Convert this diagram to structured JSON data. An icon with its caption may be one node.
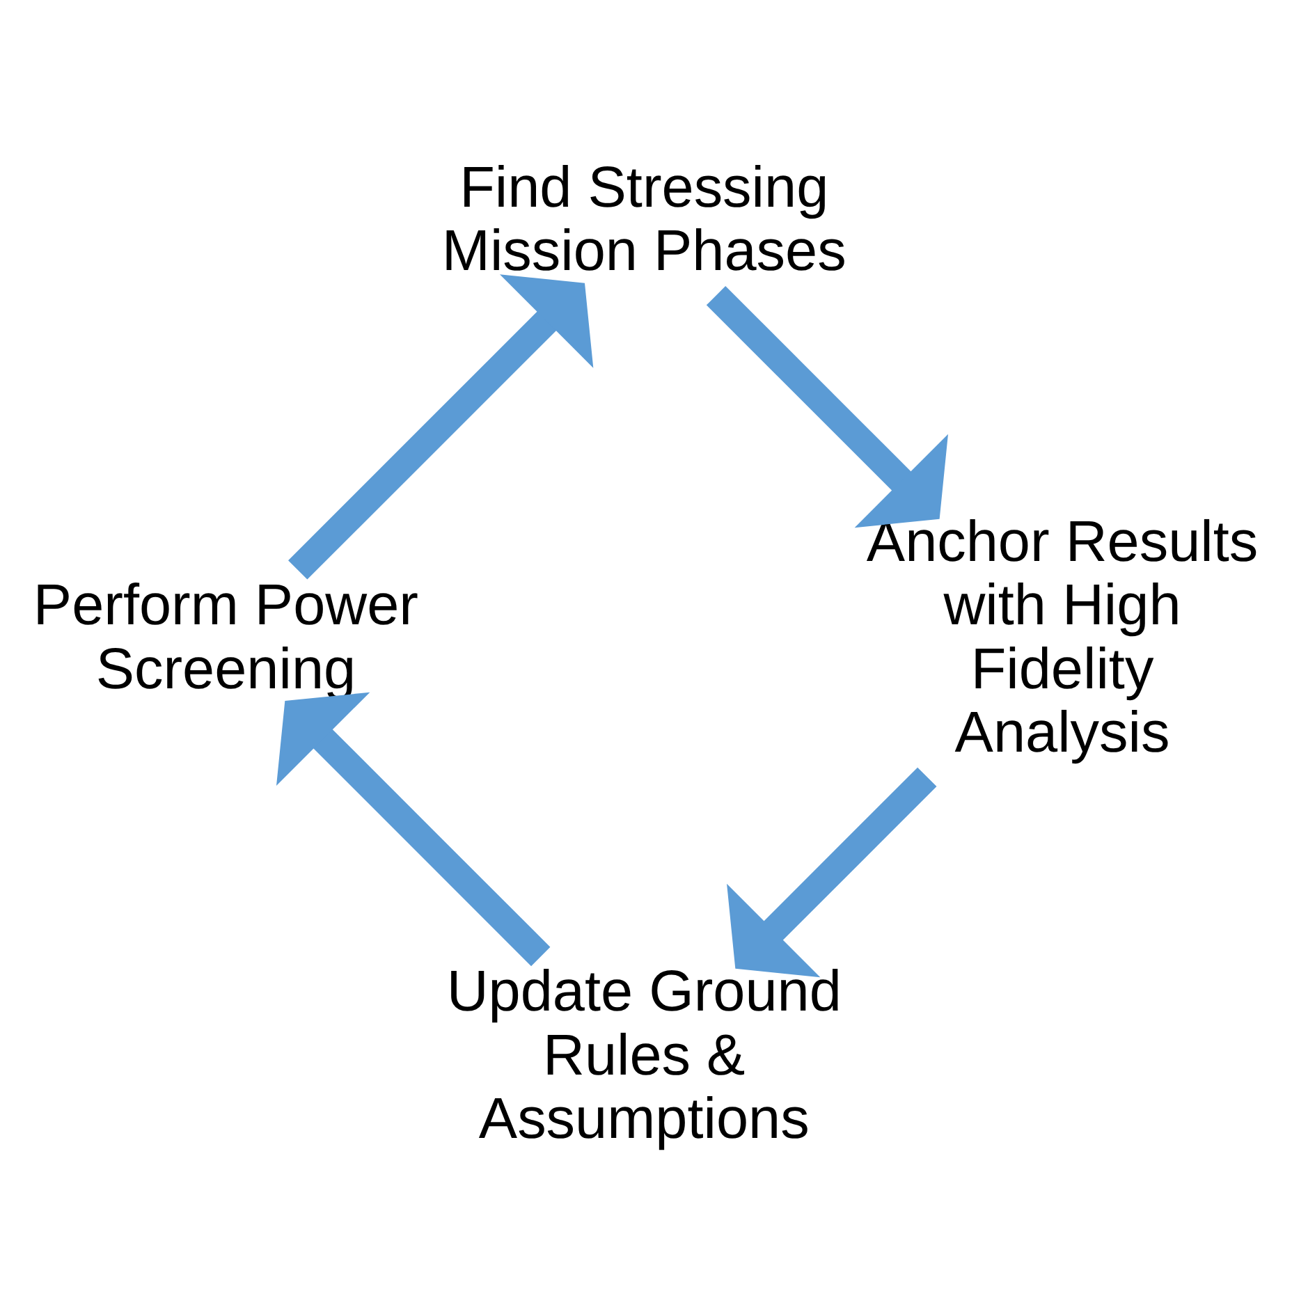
{
  "diagram": {
    "nodes": [
      {
        "text": [
          "Update Ground Rules & Assumptions"
        ]
      },
      {
        "text": [
          "Perform Power Screening"
        ]
      },
      {
        "text": [
          "Find Stressing Mission Phases"
        ]
      },
      {
        "text": [
          "Anchor Results with High Fidelity Analysis"
        ]
      }
    ],
    "edges": [
      {
        "from": 0,
        "to": 1,
        "arrow": "to"
      },
      {
        "from": 1,
        "to": 2,
        "arrow": "to"
      },
      {
        "from": 2,
        "to": 3,
        "arrow": "to"
      },
      {
        "from": 3,
        "to": 0,
        "arrow": "to"
      }
    ]
  }
}
